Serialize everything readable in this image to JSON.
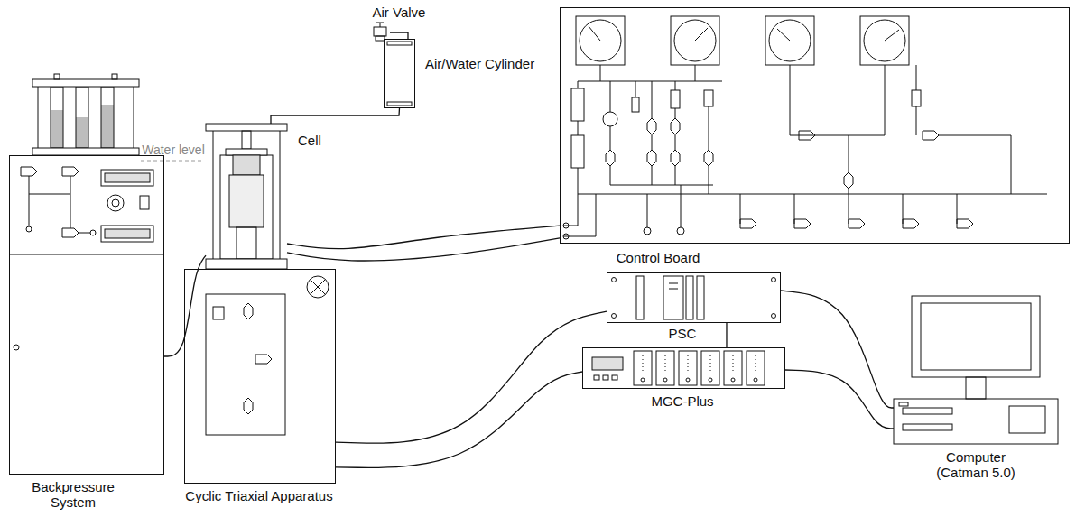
{
  "diagram": {
    "nodes": [
      {
        "text": [
          "Air Valve"
        ]
      },
      {
        "text": [
          "Air/Water Cylinder"
        ]
      },
      {
        "text": [
          "Control Board"
        ]
      },
      {
        "text": [
          "Backpressure System"
        ]
      },
      {
        "text": [
          "Cell"
        ]
      },
      {
        "text": [
          "Cyclic Triaxial Apparatus"
        ]
      },
      {
        "text": [
          "PSC"
        ]
      },
      {
        "text": [
          "MGC-Plus"
        ]
      },
      {
        "text": [
          "Computer (Catman 5.0)"
        ]
      }
    ],
    "edges": [
      {
        "from": 0,
        "to": 1,
        "arrow": "none"
      },
      {
        "from": 1,
        "to": 4,
        "arrow": "none"
      },
      {
        "from": 3,
        "to": 4,
        "arrow": "none"
      },
      {
        "from": 2,
        "to": 4,
        "arrow": "none"
      },
      {
        "from": 2,
        "to": 4,
        "arrow": "none"
      },
      {
        "from": 5,
        "to": 6,
        "arrow": "none"
      },
      {
        "from": 5,
        "to": 7,
        "arrow": "none"
      },
      {
        "from": 6,
        "to": 7,
        "arrow": "none"
      },
      {
        "from": 6,
        "to": 8,
        "arrow": "none"
      },
      {
        "from": 7,
        "to": 8,
        "arrow": "none"
      }
    ],
    "labels": [
      "Water level"
    ]
  }
}
